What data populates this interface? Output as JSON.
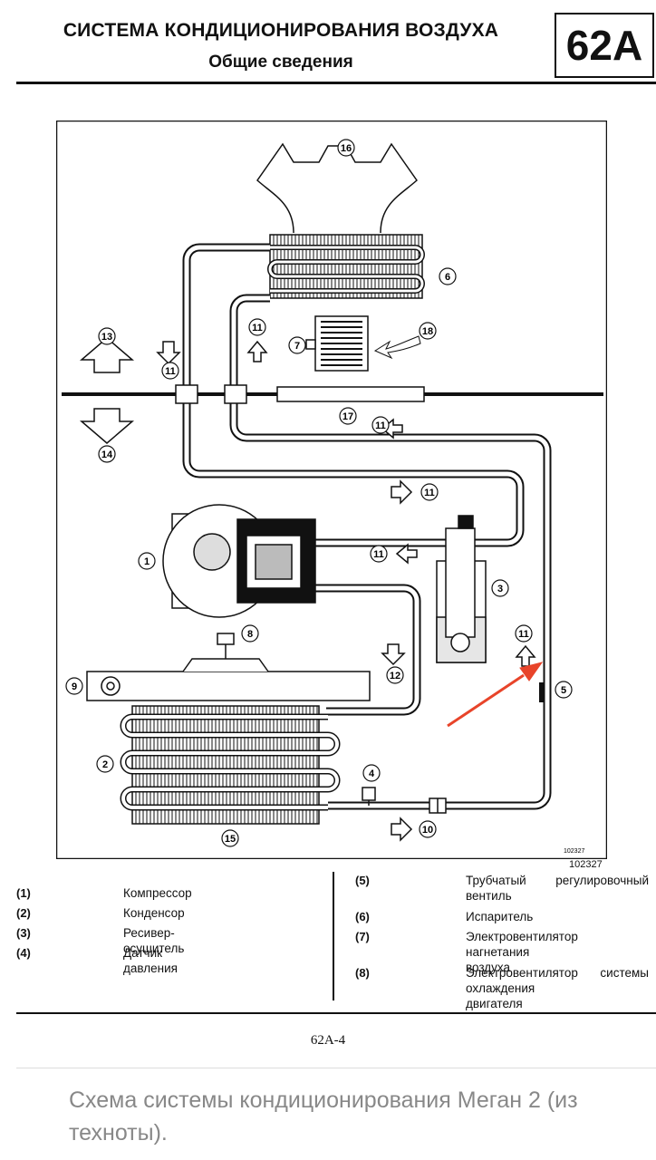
{
  "header": {
    "title": "СИСТЕМА КОНДИЦИОНИРОВАНИЯ ВОЗДУХА",
    "subtitle": "Общие сведения",
    "section_badge": "62A"
  },
  "diagram": {
    "callouts": [
      "1",
      "2",
      "3",
      "4",
      "5",
      "6",
      "7",
      "8",
      "9",
      "10",
      "11",
      "12",
      "13",
      "14",
      "15",
      "16",
      "17",
      "18"
    ],
    "small_figure_code": "102327",
    "figure_number": "102327"
  },
  "legend": {
    "left": [
      {
        "num": "(1)",
        "text": "Компрессор"
      },
      {
        "num": "(2)",
        "text": "Конденсор"
      },
      {
        "num": "(3)",
        "text": "Ресивер-осушитель"
      },
      {
        "num": "(4)",
        "text": "Датчик давления"
      }
    ],
    "right": [
      {
        "num": "(5)",
        "line1": "Трубчатый регулировочный",
        "line2": "вентиль"
      },
      {
        "num": "(6)",
        "line1": "Испаритель",
        "line2": ""
      },
      {
        "num": "(7)",
        "line1": "Электровентилятор",
        "line2": "нагнетания воздуха"
      },
      {
        "num": "(8)",
        "line1": "Электровентилятор системы",
        "line2": "охлаждения двигателя"
      }
    ]
  },
  "footer": {
    "page_number": "62A-4",
    "caption": "Схема системы кондиционирования Меган 2 (из техноты)."
  },
  "colors": {
    "text": "#111111",
    "caption": "#888888",
    "annotation_arrow": "#e8442a"
  }
}
